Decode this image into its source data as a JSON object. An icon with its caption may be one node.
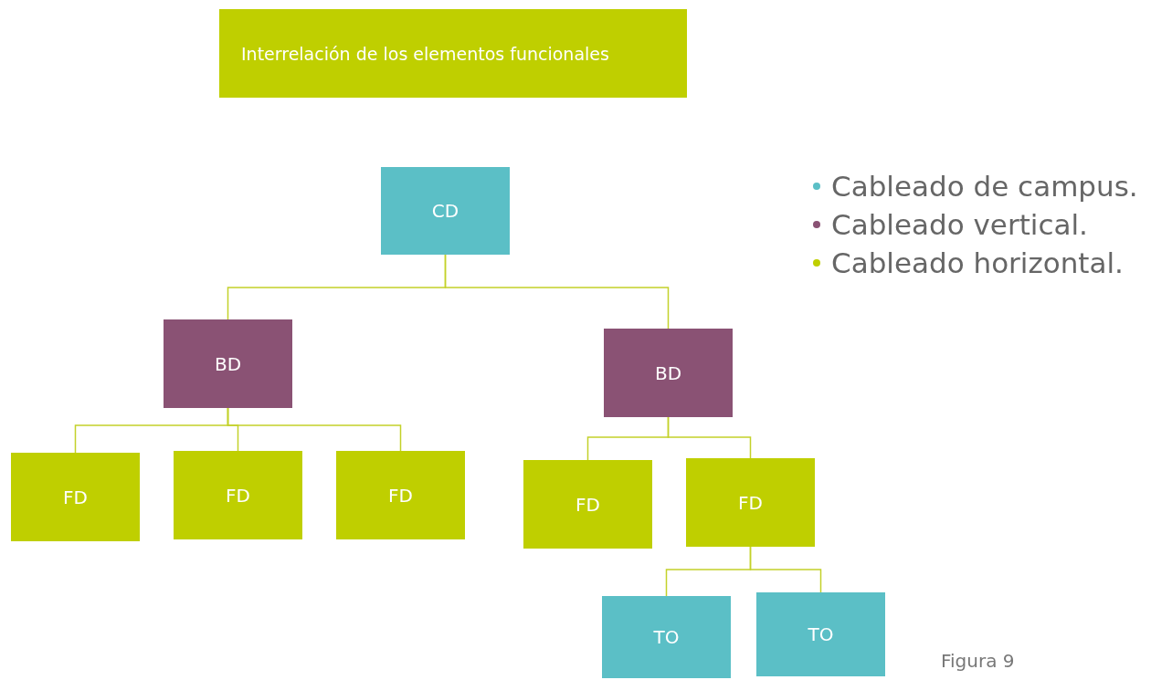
{
  "diagram": {
    "nodes": [
      {
        "text": [
          "Interrelación de los elementos funcionales"
        ]
      },
      {
        "text": [
          "CD"
        ]
      },
      {
        "text": [
          "BD"
        ]
      },
      {
        "text": [
          "BD"
        ]
      },
      {
        "text": [
          "FD"
        ]
      },
      {
        "text": [
          "FD"
        ]
      },
      {
        "text": [
          "FD"
        ]
      },
      {
        "text": [
          "FD"
        ]
      },
      {
        "text": [
          "FD"
        ]
      },
      {
        "text": [
          "TO"
        ]
      },
      {
        "text": [
          "TO"
        ]
      }
    ],
    "edges": [
      {
        "from": 1,
        "to": 2,
        "arrow": "none"
      },
      {
        "from": 1,
        "to": 3,
        "arrow": "none"
      },
      {
        "from": 2,
        "to": 4,
        "arrow": "none"
      },
      {
        "from": 2,
        "to": 5,
        "arrow": "none"
      },
      {
        "from": 2,
        "to": 6,
        "arrow": "none"
      },
      {
        "from": 3,
        "to": 7,
        "arrow": "none"
      },
      {
        "from": 3,
        "to": 8,
        "arrow": "none"
      },
      {
        "from": 8,
        "to": 9,
        "arrow": "none"
      },
      {
        "from": 8,
        "to": 10,
        "arrow": "none"
      }
    ],
    "labels": [
      "Figura 9"
    ],
    "legend": [
      {
        "text": "Cableado de campus.",
        "color": "#5bbfc6"
      },
      {
        "text": "Cableado vertical.",
        "color": "#8a5274"
      },
      {
        "text": "Cableado horizontal.",
        "color": "#bfcf00"
      }
    ]
  }
}
